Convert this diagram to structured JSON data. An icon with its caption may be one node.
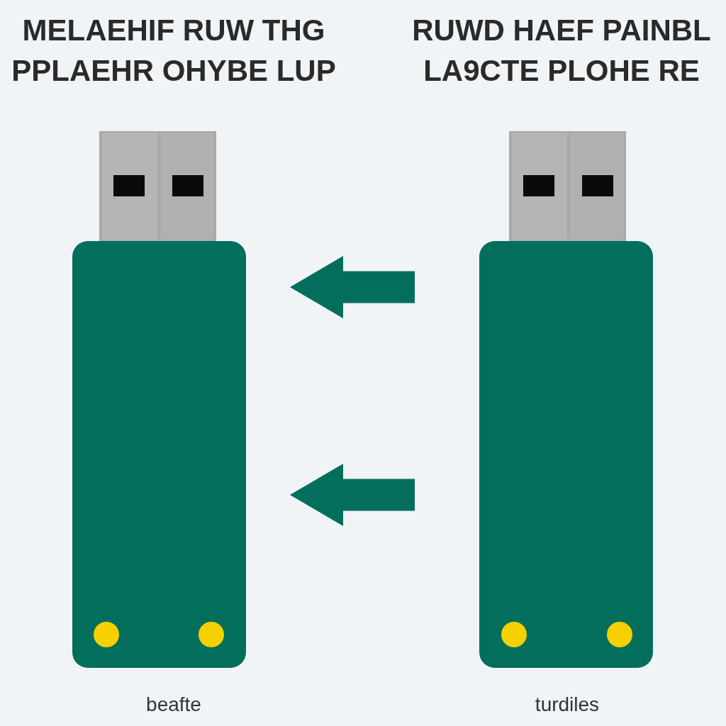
{
  "diagram": {
    "nodes": [
      {
        "text": [],
        "shape": "picture",
        "beside": [
          "MELAEHIF RUW THG PPLAEHR OHYBE LUP",
          "beafte"
        ]
      },
      {
        "text": [],
        "shape": "picture",
        "beside": [
          "RUWD HAEF PAINBL LA9CTE PLOHE RE",
          "turdiles"
        ]
      }
    ],
    "edges": [
      {
        "from": 1,
        "to": 0,
        "arrow": "to",
        "color": "#046e5c"
      },
      {
        "from": 1,
        "to": 0,
        "arrow": "to",
        "color": "#046e5c"
      }
    ]
  }
}
